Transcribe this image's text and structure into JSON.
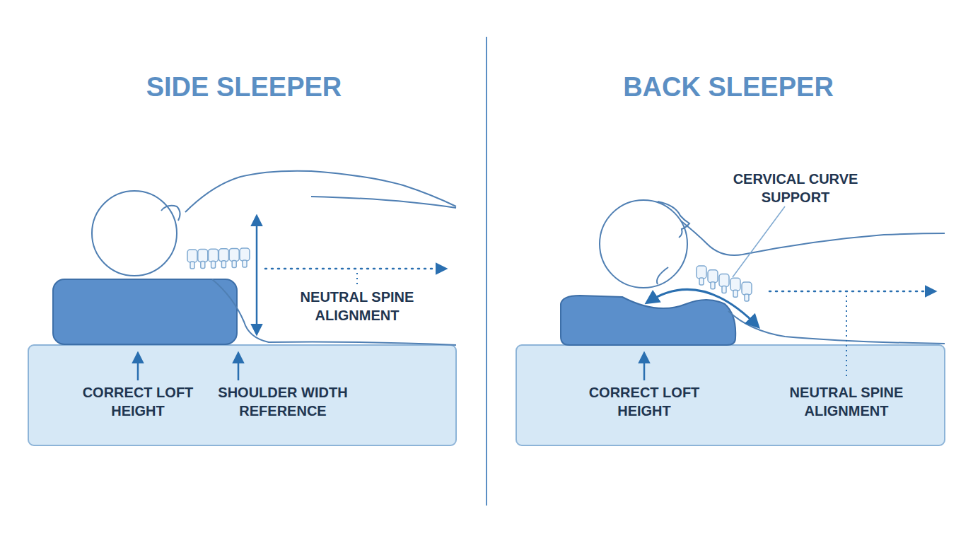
{
  "diagram": {
    "labels": [
      "SIDE SLEEPER",
      "NEUTRAL SPINE ALIGNMENT",
      "CORRECT LOFT HEIGHT",
      "SHOULDER WIDTH REFERENCE",
      "BACK SLEEPER",
      "CERVICAL CURVE SUPPORT",
      "CORRECT LOFT HEIGHT",
      "NEUTRAL SPINE ALIGNMENT"
    ]
  }
}
